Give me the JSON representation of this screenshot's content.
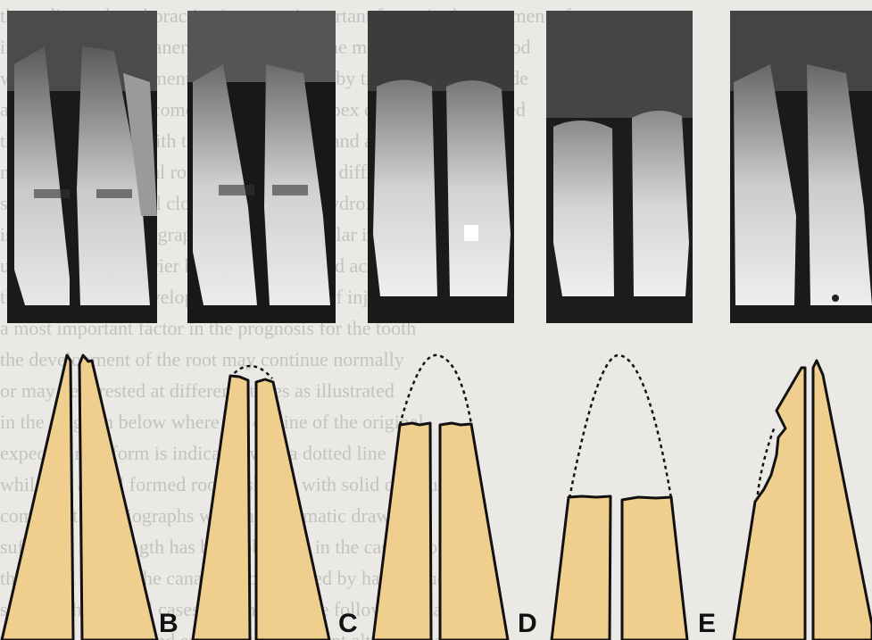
{
  "figure": {
    "panel_labels": [
      {
        "id": "B",
        "label": "B"
      },
      {
        "id": "C",
        "label": "C"
      },
      {
        "id": "D",
        "label": "D"
      },
      {
        "id": "E",
        "label": "E"
      }
    ],
    "colors": {
      "root_fill": "#f0cf8e",
      "outline": "#111111",
      "radiograph_dark": "#151515",
      "radiograph_light": "#e4e4e4",
      "page_background": "#ebe9e6"
    },
    "radiographs": [
      {
        "name": "radiograph-1"
      },
      {
        "name": "radiograph-2"
      },
      {
        "name": "radiograph-3"
      },
      {
        "name": "radiograph-4"
      },
      {
        "name": "radiograph-5"
      }
    ]
  }
}
